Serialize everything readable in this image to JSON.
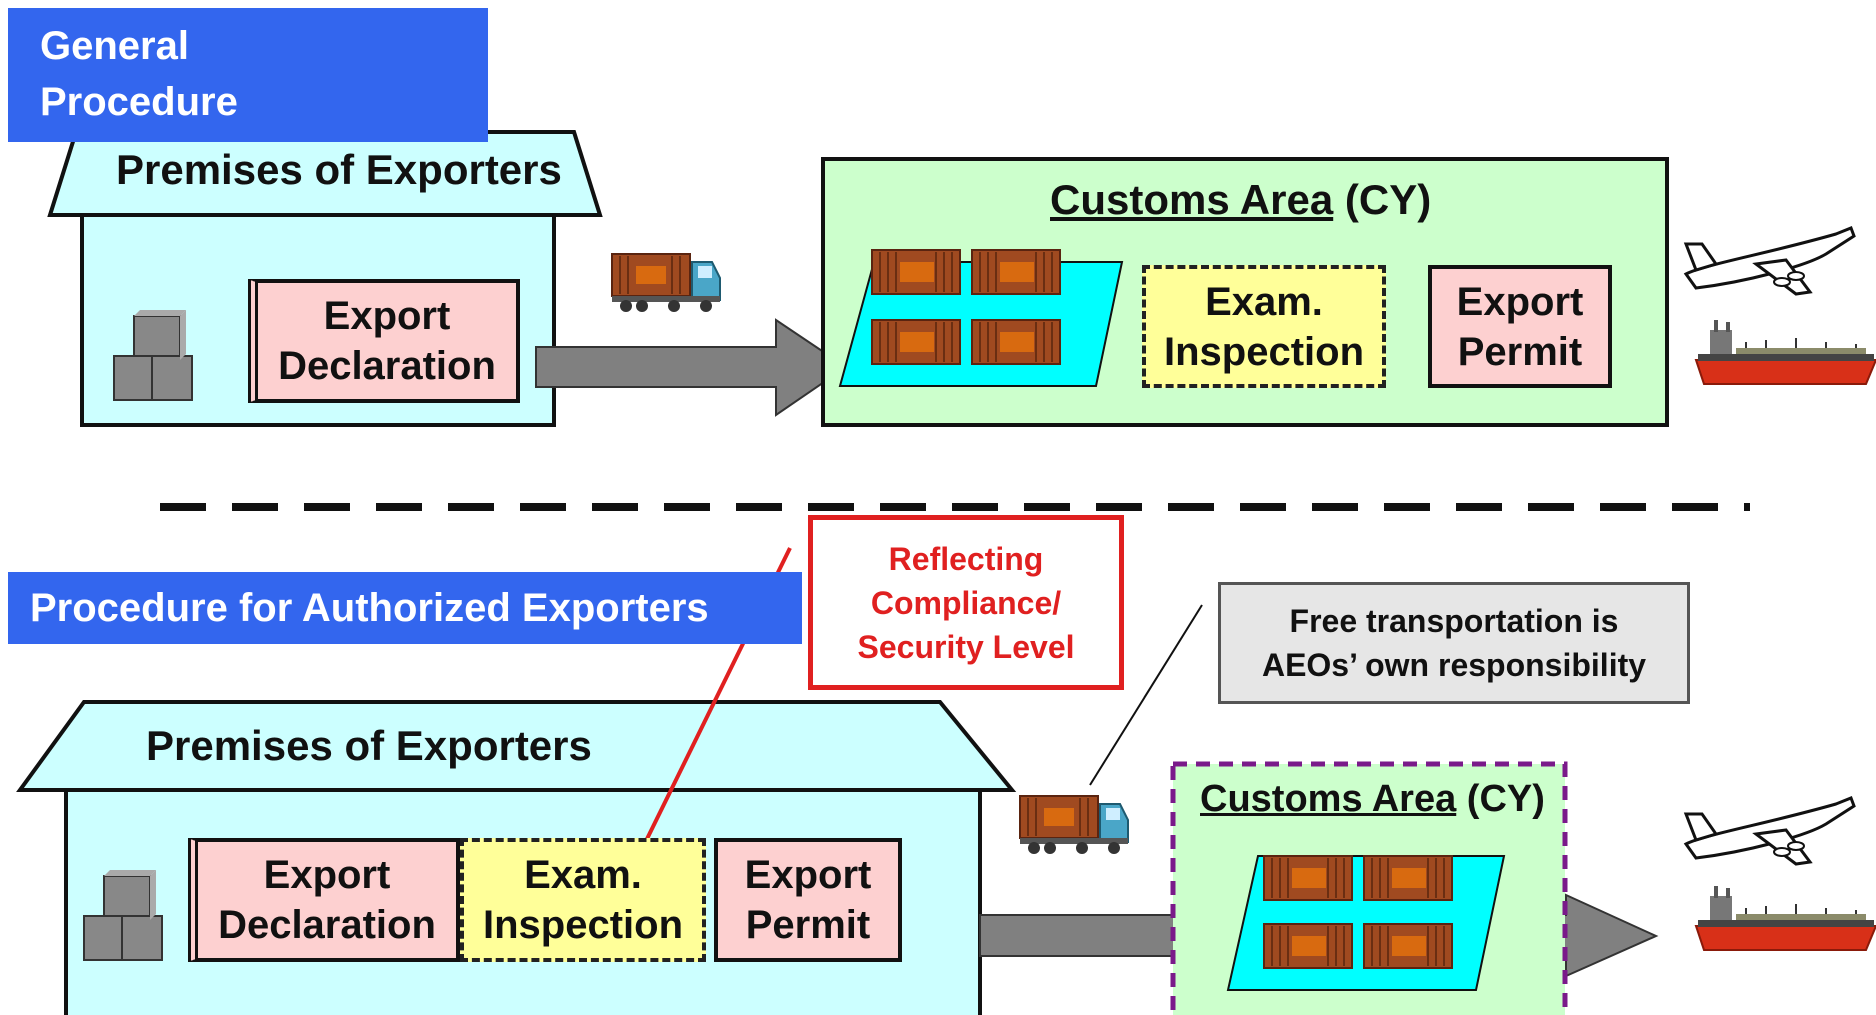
{
  "general": {
    "header": "General Procedure",
    "header_line1": "General",
    "header_line2": "Procedure",
    "premises": "Premises of Exporters",
    "export_declaration": "Export Declaration",
    "export_declaration_l1": "Export",
    "export_declaration_l2": "Declaration",
    "customs_area": "Customs Area",
    "cy": " (CY)",
    "exam_l1": "Exam.",
    "exam_l2": "Inspection",
    "permit_l1": "Export",
    "permit_l2": "Permit"
  },
  "authorized": {
    "header": "Procedure for Authorized Exporters",
    "premises": "Premises of Exporters",
    "export_declaration_l1": "Export",
    "export_declaration_l2": "Declaration",
    "exam_l1": "Exam.",
    "exam_l2": "Inspection",
    "permit_l1": "Export",
    "permit_l2": "Permit",
    "customs_area": "Customs Area",
    "cy": " (CY)"
  },
  "callouts": {
    "compliance_l1": "Reflecting",
    "compliance_l2": "Compliance/",
    "compliance_l3": "Security Level",
    "free_transport_l1": "Free transportation is",
    "free_transport_l2": "AEOs’ own responsibility"
  },
  "colors": {
    "header_blue": "#3366ee",
    "premises_fill": "#ccffff",
    "customs_fill": "#ccffcc",
    "declaration_fill": "#fdd0d0",
    "exam_fill": "#ffff99",
    "yard_fill": "#00ffff",
    "callout_red": "#e02020",
    "callout_gray": "#e6e6e6",
    "dashed_purple": "#7a1a8a"
  },
  "icons": [
    "boxes-icon",
    "truck-icon",
    "container-icon",
    "airplane-icon",
    "ship-icon",
    "arrow-icon"
  ]
}
